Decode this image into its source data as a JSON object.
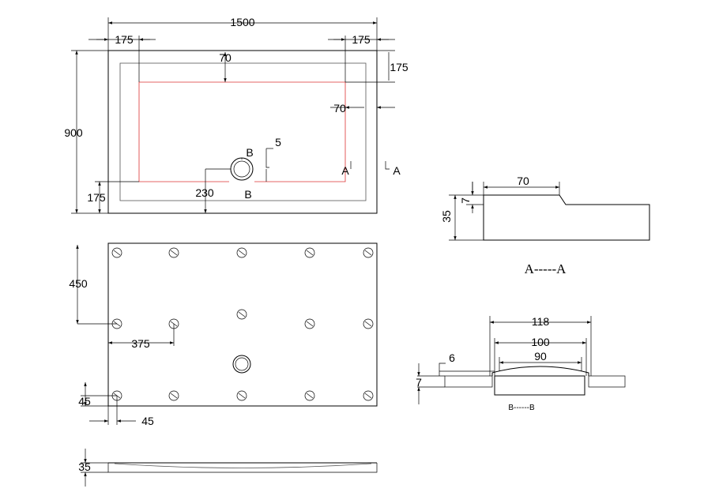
{
  "top_view": {
    "overall_width": "1500",
    "overall_depth": "900",
    "edge_left": "175",
    "edge_right": "175",
    "edge_right_side": "175",
    "edge_bottom_left": "175",
    "rim_top": "70",
    "rim_right": "70",
    "drain_dim": "230",
    "small_dim": "5",
    "section_b_top": "B",
    "section_b_bottom": "B",
    "section_a_left": "A",
    "section_a_right": "A"
  },
  "bottom_view": {
    "dim_450": "450",
    "dim_375": "375",
    "dim_45_vertical": "45",
    "dim_45_horizontal": "45"
  },
  "side_view": {
    "thickness": "35"
  },
  "section_a": {
    "dim_70": "70",
    "dim_7": "7",
    "dim_35": "35",
    "title": "A-----A"
  },
  "section_b": {
    "dim_118": "118",
    "dim_100": "100",
    "dim_90": "90",
    "dim_6": "6",
    "dim_7": "7",
    "title": "B------B"
  }
}
